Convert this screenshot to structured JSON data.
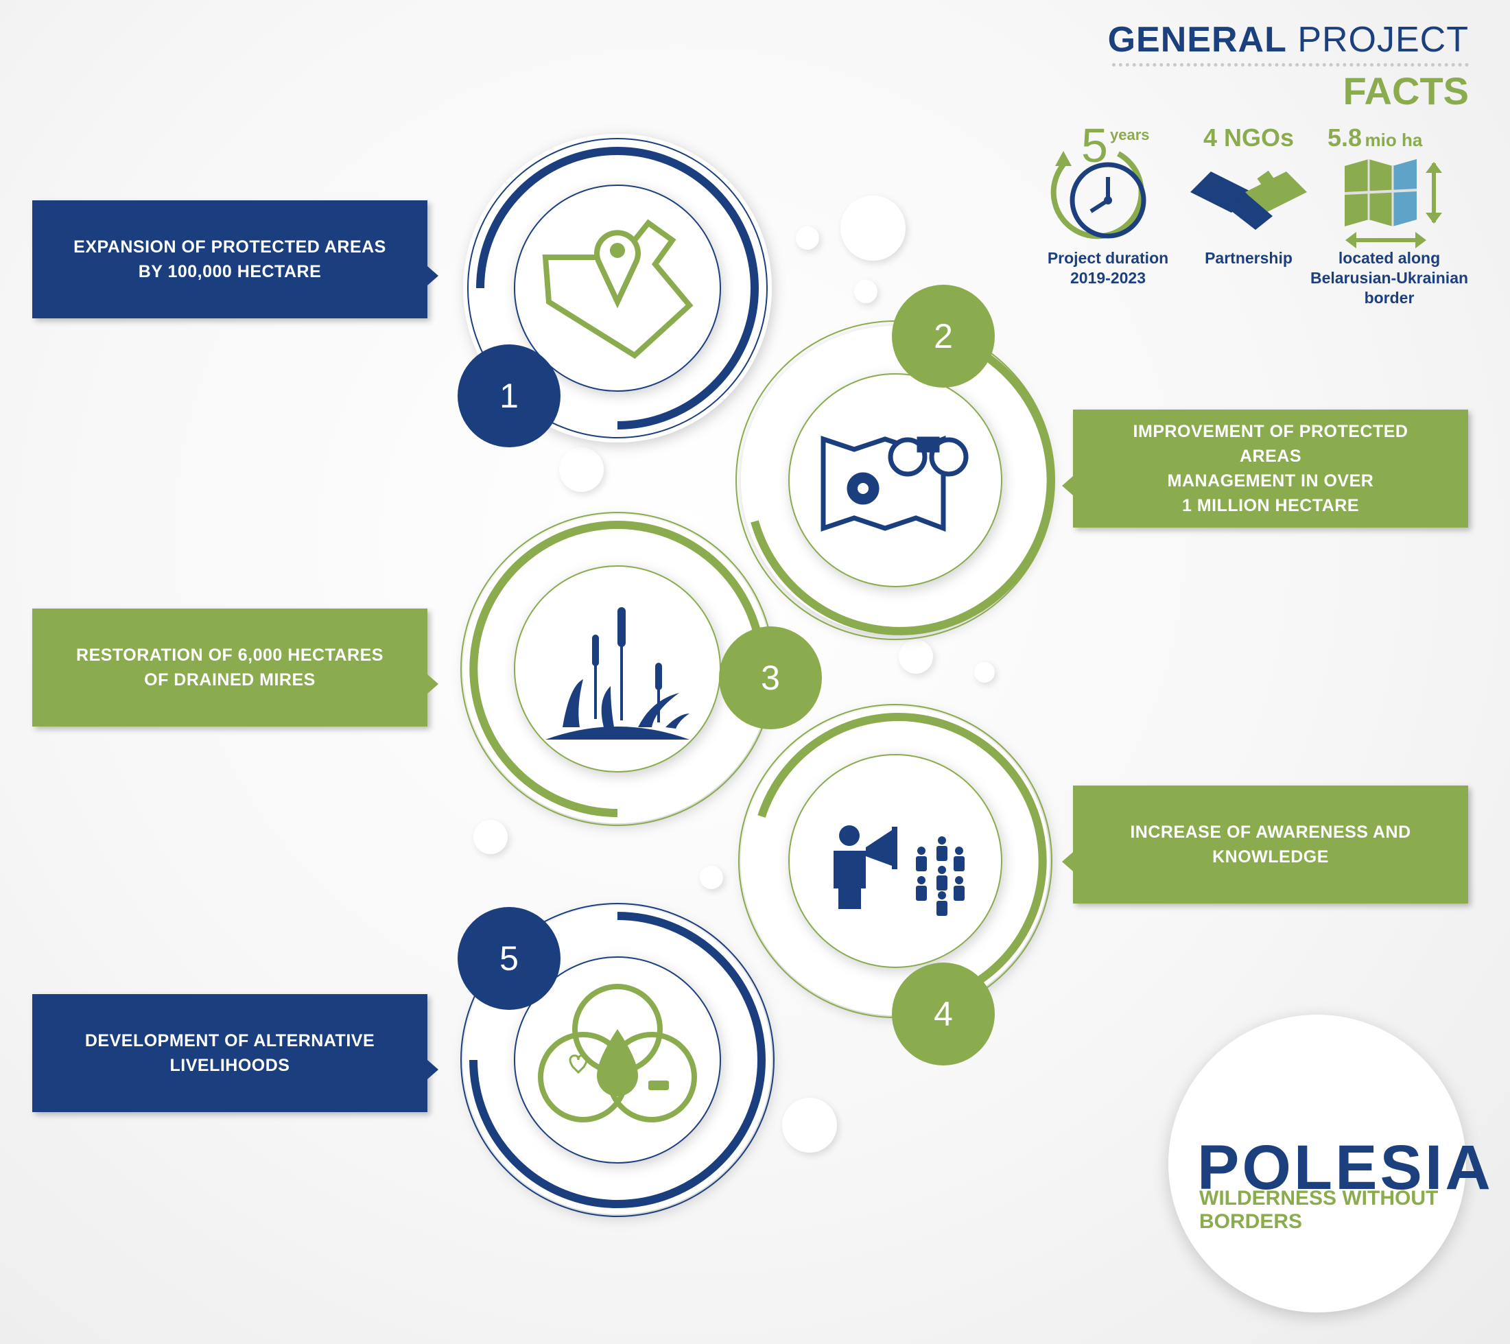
{
  "header": {
    "title_bold": "GENERAL",
    "title_light": "PROJECT",
    "title_second": "FACTS"
  },
  "facts": [
    {
      "number": "5",
      "unit": "years",
      "icon": "clock-icon",
      "label_lines": [
        "Project duration",
        "2019-2023"
      ]
    },
    {
      "number": "4 NGOs",
      "icon": "handshake-icon",
      "label_lines": [
        "Partnership"
      ]
    },
    {
      "number": "5.8",
      "unit": "mio ha",
      "icon": "map-icon",
      "label_lines": [
        "located along",
        "Belarusian-Ukrainian",
        "border"
      ]
    }
  ],
  "steps": [
    {
      "number": "1",
      "icon": "map-pin-area-icon",
      "lines": [
        "EXPANSION OF PROTECTED AREAS",
        "BY 100,000 HECTARE"
      ]
    },
    {
      "number": "2",
      "icon": "map-binoculars-icon",
      "lines": [
        "IMPROVEMENT OF PROTECTED AREAS",
        "MANAGEMENT IN OVER",
        "1 MILLION HECTARE"
      ]
    },
    {
      "number": "3",
      "icon": "cattail-reeds-icon",
      "lines": [
        "RESTORATION OF 6,000 HECTARES",
        "OF DRAINED MIRES"
      ]
    },
    {
      "number": "4",
      "icon": "megaphone-people-icon",
      "lines": [
        "INCREASE OF AWARENESS AND",
        "KNOWLEDGE"
      ]
    },
    {
      "number": "5",
      "icon": "livelihoods-icon",
      "lines": [
        "DEVELOPMENT OF ALTERNATIVE",
        "LIVELIHOODS"
      ]
    }
  ],
  "logo": {
    "name": "POLESIA",
    "tagline": "WILDERNESS WITHOUT BORDERS"
  },
  "colors": {
    "blue": "#1b3f7e",
    "green": "#8aab4e"
  }
}
